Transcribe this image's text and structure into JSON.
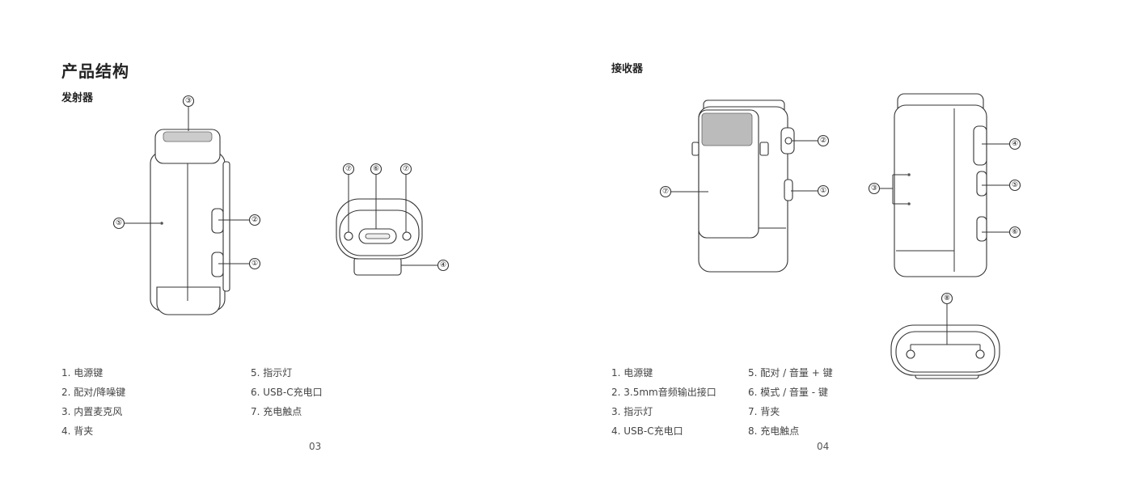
{
  "left_page": {
    "title": "产品结构",
    "subtitle": "发射器",
    "list_col1": [
      "1.  电源键",
      "2.  配对/降噪键",
      "3.  内置麦克风",
      "4.  背夹"
    ],
    "list_col2": [
      "5.  指示灯",
      "6.  USB-C充电口",
      "7.  充电触点"
    ],
    "page_number": "03"
  },
  "right_page": {
    "subtitle": "接收器",
    "list_col1": [
      "1.  电源键",
      "2.  3.5mm音频输出接口",
      "3.  指示灯",
      "4.  USB-C充电口"
    ],
    "list_col2": [
      "5.  配对 / 音量 + 键",
      "6.  模式 / 音量 - 键",
      "7.  背夹",
      "8.  充电触点"
    ],
    "page_number": "04"
  },
  "callouts": {
    "tx_front": [
      "③",
      "⑤",
      "②",
      "①"
    ],
    "tx_bottom": [
      "⑦",
      "⑥",
      "⑦",
      "④"
    ],
    "rx_front": [
      "②",
      "⑦",
      "①"
    ],
    "rx_side": [
      "④",
      "③",
      "⑤",
      "⑥"
    ],
    "rx_bottom": [
      "⑧"
    ]
  }
}
